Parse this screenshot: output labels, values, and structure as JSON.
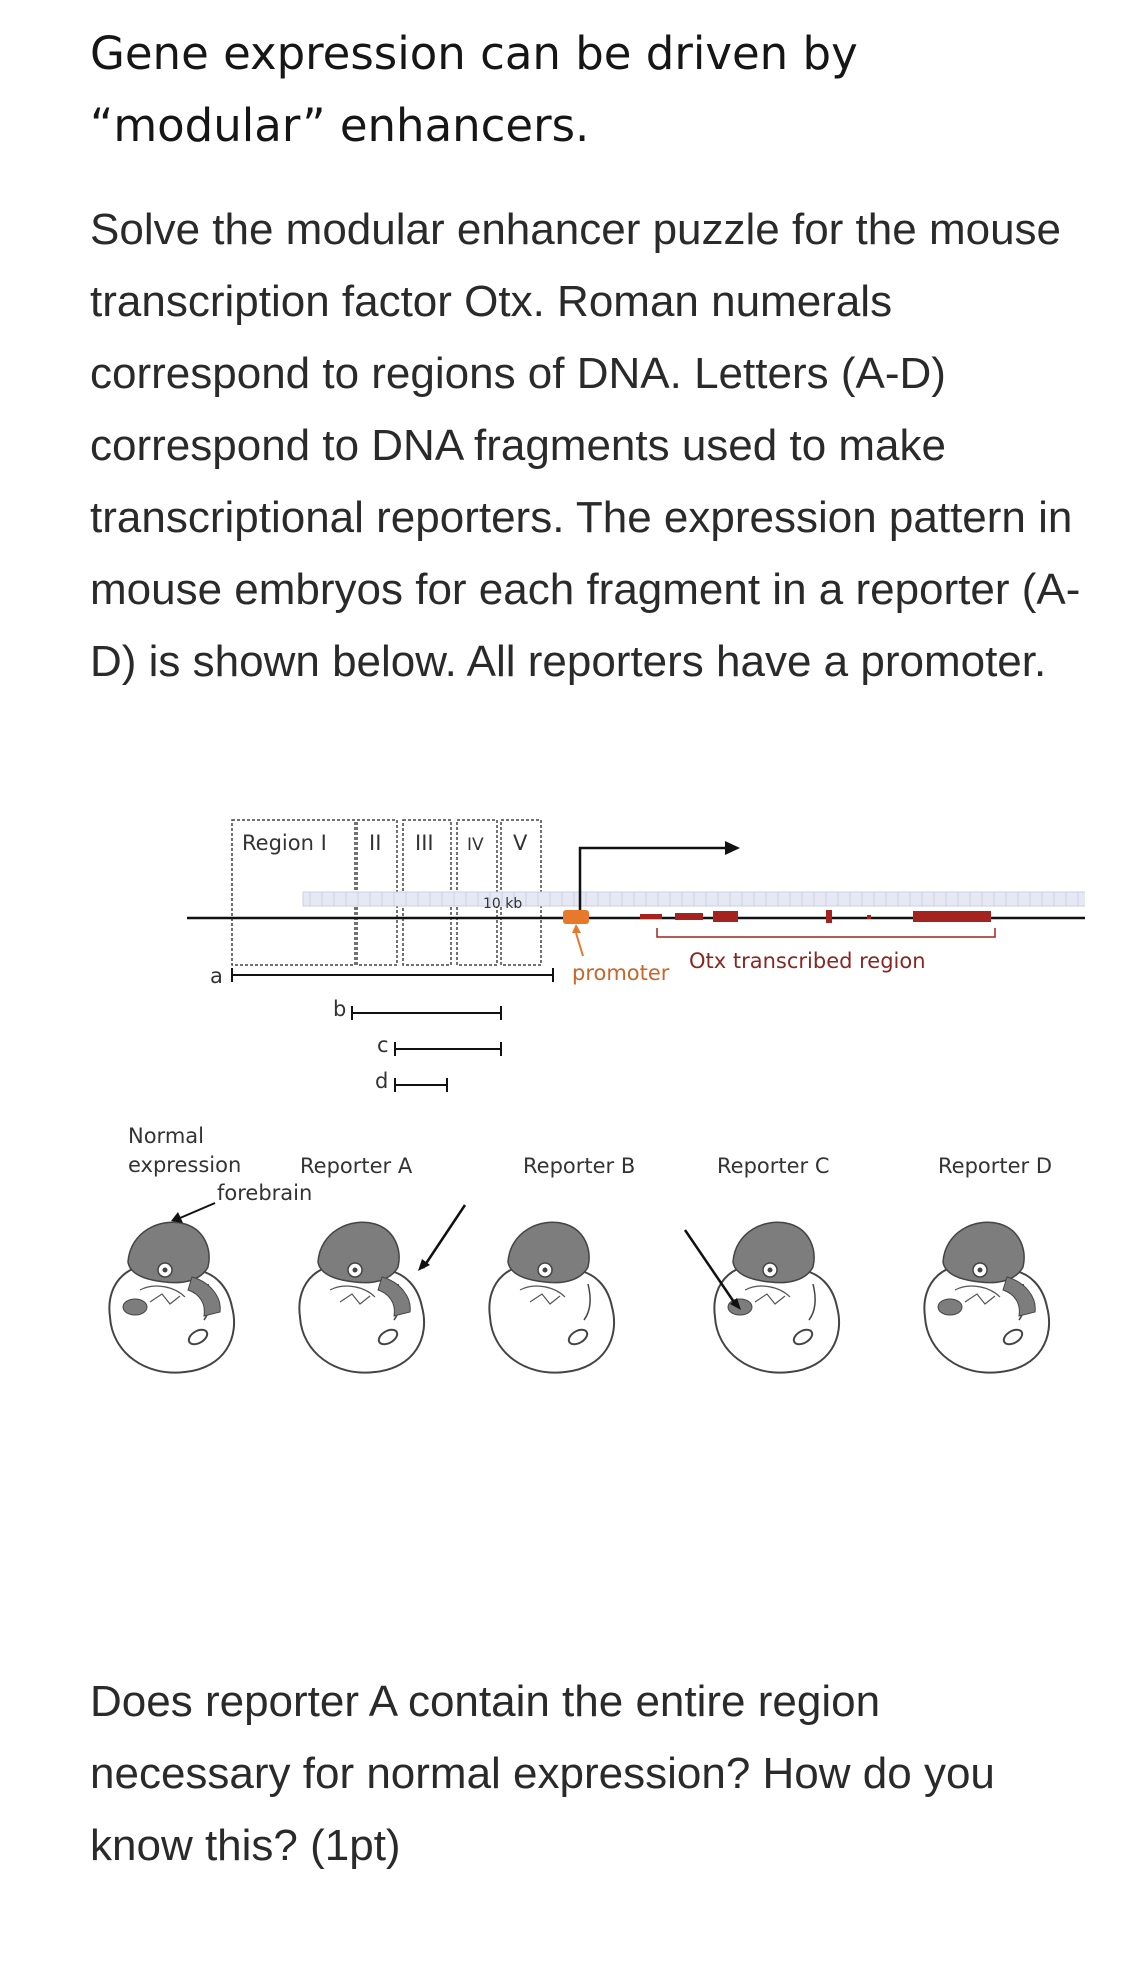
{
  "title": "Gene expression can be driven by “modular” enhancers.",
  "intro": "Solve the modular enhancer puzzle for the mouse transcription factor Otx. Roman numerals correspond to regions of DNA. Letters (A-D) correspond to DNA fragments used to make transcriptional reporters. The expression pattern in mouse embryos for each fragment in a reporter (A-D) is shown below. All reporters have a promoter.",
  "question": "Does reporter A contain the entire region necessary for normal expression? How do you know this? (1pt)",
  "figure": {
    "regions": [
      "Region I",
      "II",
      "III",
      "IV",
      "V"
    ],
    "fragments": [
      "a",
      "b",
      "c",
      "d"
    ],
    "promoter_label": "promoter",
    "transcribed_label": "Otx transcribed region",
    "small_label": "10 kb",
    "normal_label_1": "Normal",
    "normal_label_2": "expression",
    "forebrain_label": "forebrain",
    "reporters": [
      "Reporter A",
      "Reporter B",
      "Reporter C",
      "Reporter D"
    ],
    "colors": {
      "promoter": "#e8782a",
      "gene": "#a4231e",
      "brain": "#7d7d7d",
      "track": "#c9cfe4"
    }
  }
}
